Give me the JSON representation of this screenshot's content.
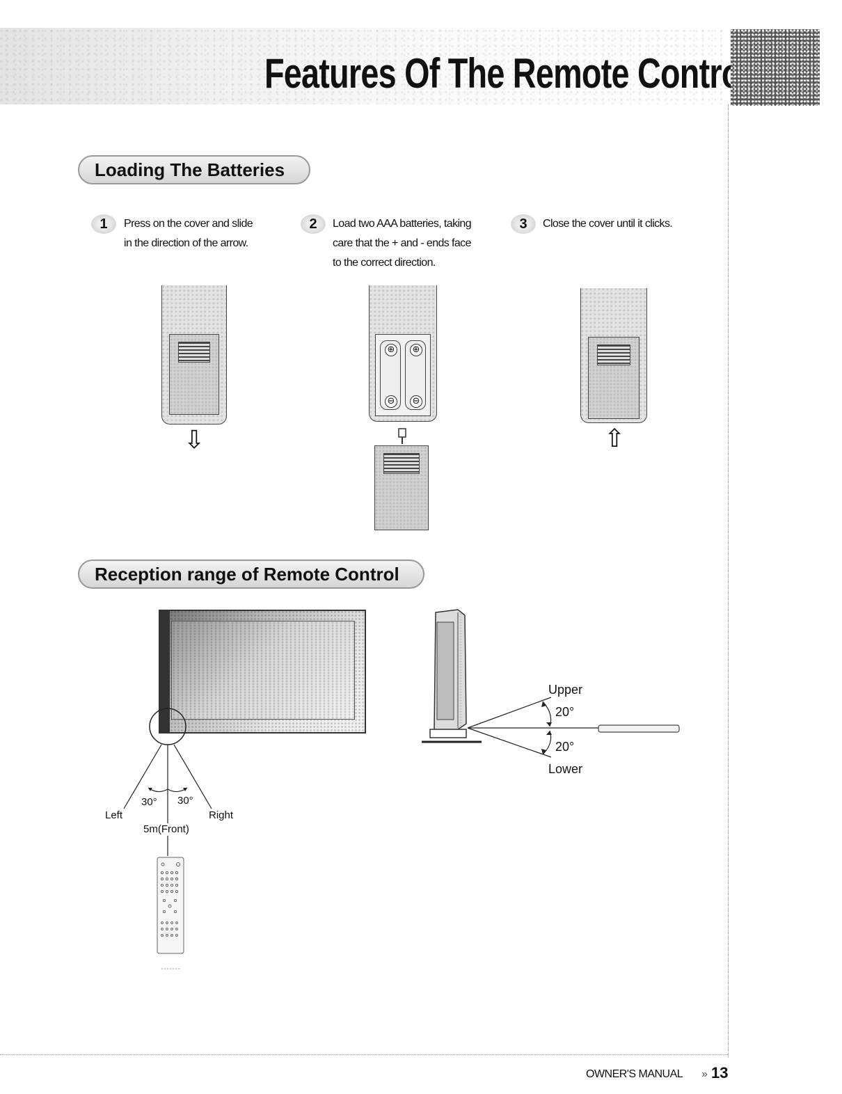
{
  "page": {
    "title": "Features Of The Remote Control"
  },
  "sections": {
    "loading": {
      "heading": "Loading The Batteries",
      "steps": [
        {
          "num": "1",
          "text_line1": "Press on the cover and slide",
          "text_line2": "in the direction of the arrow.",
          "text_line3": ""
        },
        {
          "num": "2",
          "text_line1": "Load two AAA batteries, taking",
          "text_line2": "care that the + and - ends face",
          "text_line3": "to the correct direction."
        },
        {
          "num": "3",
          "text_line1": "Close the cover until it clicks.",
          "text_line2": "",
          "text_line3": ""
        }
      ],
      "battery_symbols": {
        "plus": "⊕",
        "minus": "⊖"
      },
      "arrow_down": "⇩",
      "arrow_up": "⇧"
    },
    "reception": {
      "heading": "Reception range of Remote Control",
      "front": {
        "left_angle": "30°",
        "right_angle": "30°",
        "left_label": "Left",
        "right_label": "Right",
        "front_label": "5m(Front)"
      },
      "side": {
        "upper_label": "Upper",
        "upper_angle": "20°",
        "lower_angle": "20°",
        "lower_label": "Lower"
      }
    }
  },
  "footer": {
    "manual_label": "OWNER'S MANUAL",
    "separator": "»",
    "page_number": "13"
  },
  "colors": {
    "text": "#111111",
    "rule": "#999999",
    "header_tab": "#555555"
  }
}
